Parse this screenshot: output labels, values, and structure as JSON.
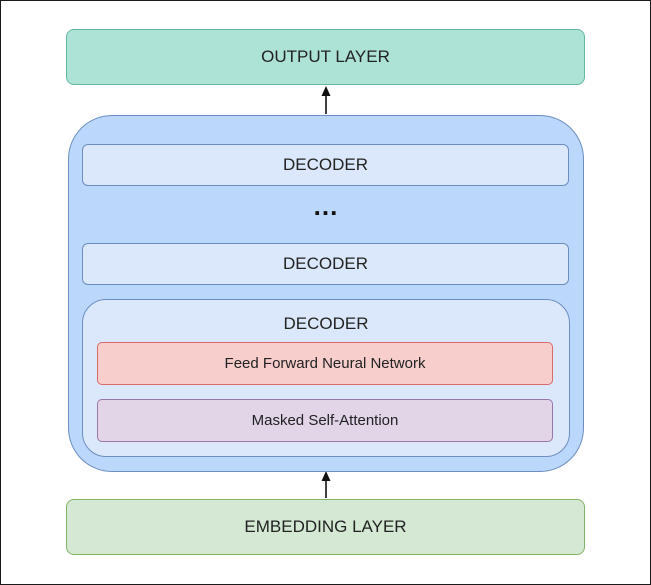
{
  "output_layer": {
    "label": "OUTPUT LAYER"
  },
  "decoder_stack": {
    "decoders": [
      {
        "label": "DECODER"
      },
      {
        "label": "DECODER"
      }
    ],
    "ellipsis": "...",
    "detailed_decoder": {
      "label": "DECODER",
      "feed_forward": "Feed Forward Neural Network",
      "masked_self_attention": "Masked Self-Attention"
    }
  },
  "embedding_layer": {
    "label": "EMBEDDING LAYER"
  },
  "colors": {
    "output_fill": "#ade3d6",
    "stack_fill": "#bcd7fc",
    "decoder_fill": "#dbe8fb",
    "ffnn_fill": "#f8cecc",
    "attention_fill": "#e1d5e7",
    "embedding_fill": "#d5e8d4"
  }
}
